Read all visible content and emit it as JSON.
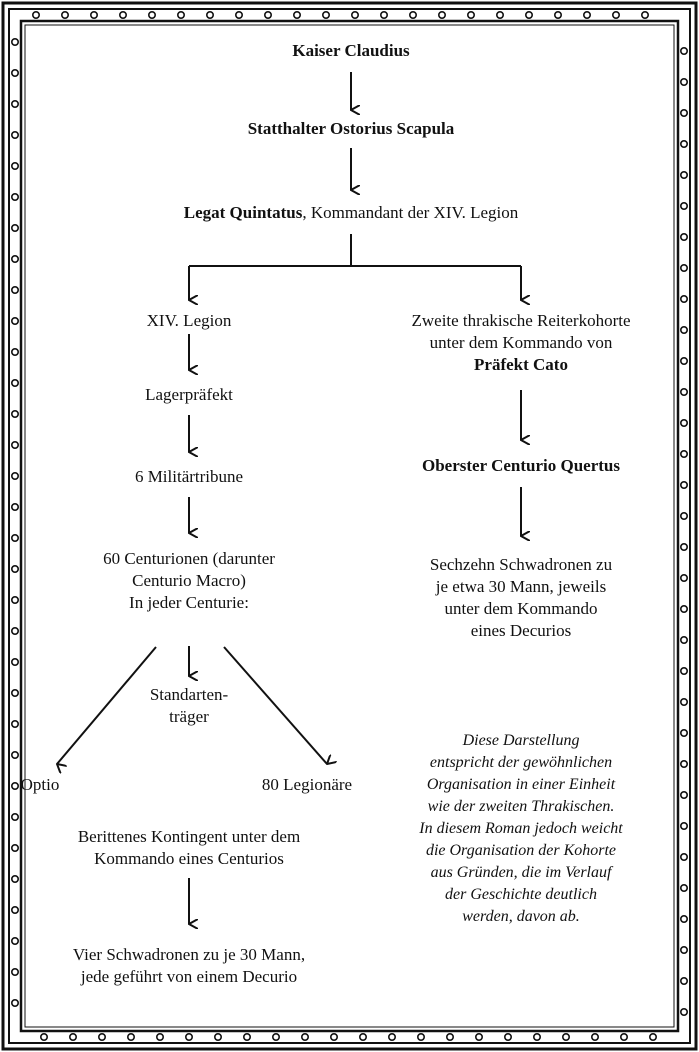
{
  "nodes": {
    "kaiser": "Kaiser Claudius",
    "statthalter": "Statthalter Ostorius Scapula",
    "legat_name": "Legat Quintatus",
    "legat_rest": ", Kommandant der XIV. Legion",
    "legion": "XIV. Legion",
    "lagerpraefekt": "Lagerpräfekt",
    "tribune": "6 Militärtribune",
    "centurionen": [
      "60 Centurionen (darunter",
      "Centurio Macro)",
      "In jeder Centurie:"
    ],
    "standarten": [
      "Standarten-",
      "träger"
    ],
    "optio": "Optio",
    "legionaere": "80 Legionäre",
    "berittenes": [
      "Berittenes Kontingent unter dem",
      "Kommando eines Centurios"
    ],
    "vier": [
      "Vier Schwadronen zu je 30 Mann,",
      "jede geführt von einem Decurio"
    ],
    "kohorte": [
      "Zweite thrakische Reiterkohorte",
      "unter dem Kommando von"
    ],
    "cato": "Präfekt Cato",
    "quertus": "Oberster Centurio Quertus",
    "sechzehn": [
      "Sechzehn Schwadronen zu",
      "je etwa 30 Mann, jeweils",
      "unter dem Kommando",
      "eines Decurios"
    ]
  },
  "note": [
    "Diese Darstellung",
    "entspricht der gewöhnlichen",
    "Organisation in einer Einheit",
    "wie der zweiten Thrakischen.",
    "In diesem Roman jedoch weicht",
    "die Organisation der Kohorte",
    "aus Gründen, die im Verlauf",
    "der Geschichte deutlich",
    "werden, davon ab."
  ]
}
